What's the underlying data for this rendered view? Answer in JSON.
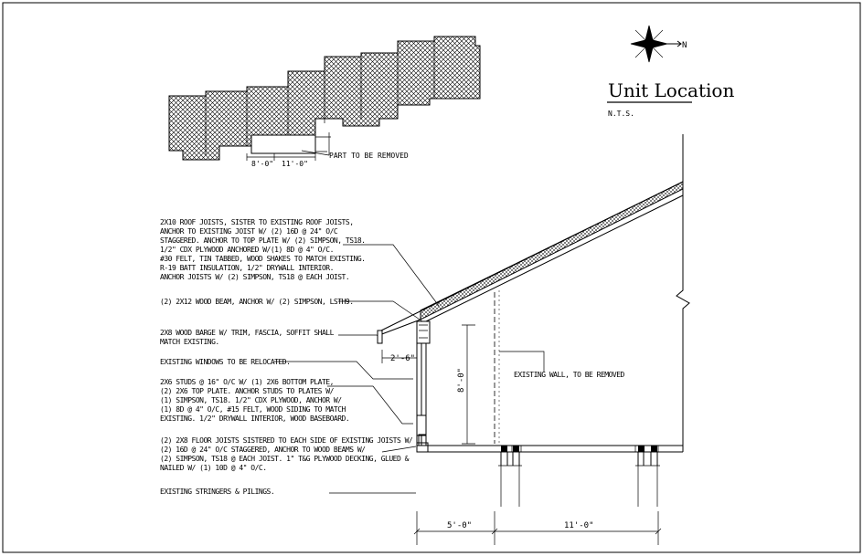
{
  "header": {
    "title": "Unit Location",
    "scale_note": "N.T.S.",
    "north_label": "N"
  },
  "site_plan": {
    "callout": "PART TO BE REMOVED",
    "dim_a": "8'-0\"",
    "dim_b": "11'-0\""
  },
  "notes": [
    [
      "2X10 ROOF JOISTS, SISTER TO EXISTING ROOF JOISTS,",
      "ANCHOR TO EXISTING JOIST W/ (2) 16D @ 24\" O/C",
      "STAGGERED. ANCHOR TO TOP PLATE W/ (2) SIMPSON, TS18.",
      "1/2\" CDX PLYWOOD ANCHORED W/(1) 8D @ 4\" O/C.",
      "#30 FELT, TIN TABBED, WOOD SHAKES TO MATCH EXISTING.",
      "R-19 BATT INSULATION, 1/2\" DRYWALL INTERIOR.",
      "ANCHOR JOISTS W/ (2) SIMPSON, TS18 @ EACH JOIST."
    ],
    [
      "(2) 2X12 WOOD BEAM, ANCHOR W/ (2) SIMPSON, LSTH9."
    ],
    [
      "2X8 WOOD BARGE W/ TRIM, FASCIA, SOFFIT SHALL",
      "MATCH EXISTING."
    ],
    [
      "EXISTING WINDOWS TO BE RELOCATED."
    ],
    [
      "2X6 STUDS @ 16\" O/C W/ (1) 2X6 BOTTOM PLATE,",
      "(2) 2X6 TOP PLATE. ANCHOR STUDS TO PLATES W/",
      "(1) SIMPSON, TS18. 1/2\" CDX PLYWOOD, ANCHOR W/",
      "(1) 8D @ 4\" O/C, #15 FELT, WOOD SIDING TO MATCH",
      "EXISTING. 1/2\" DRYWALL INTERIOR, WOOD BASEBOARD."
    ],
    [
      "(2) 2X8 FLOOR JOISTS SISTERED TO EACH SIDE OF EXISTING JOISTS W/",
      "(2) 16D @ 24\" O/C STAGGERED, ANCHOR TO WOOD BEAMS W/",
      "(2) SIMPSON, TS18 @ EACH JOIST. 1\" T&G PLYWOOD DECKING, GLUED &",
      "NAILED W/ (1) 10D @ 4\" O/C."
    ],
    [
      "EXISTING STRINGERS & PILINGS."
    ]
  ],
  "section": {
    "existing_wall_label": "EXISTING WALL, TO BE REMOVED",
    "overhang_dim": "2'-6\"",
    "wall_height_dim": "8'-0\"",
    "bottom_dim_left": "5'-0\"",
    "bottom_dim_right": "11'-0\""
  }
}
